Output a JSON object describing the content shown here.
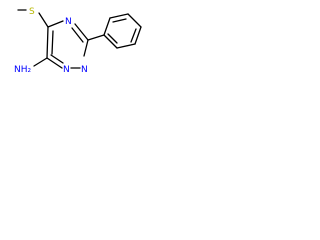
{
  "molecule": {
    "atoms": {
      "sulfur": "S",
      "n_top": "N",
      "n_right": "N",
      "n_bottom": "N",
      "amine": "NH₂"
    },
    "colors": {
      "nitrogen": "#0000ff",
      "sulfur": "#b8b800",
      "bond": "#000000"
    }
  }
}
